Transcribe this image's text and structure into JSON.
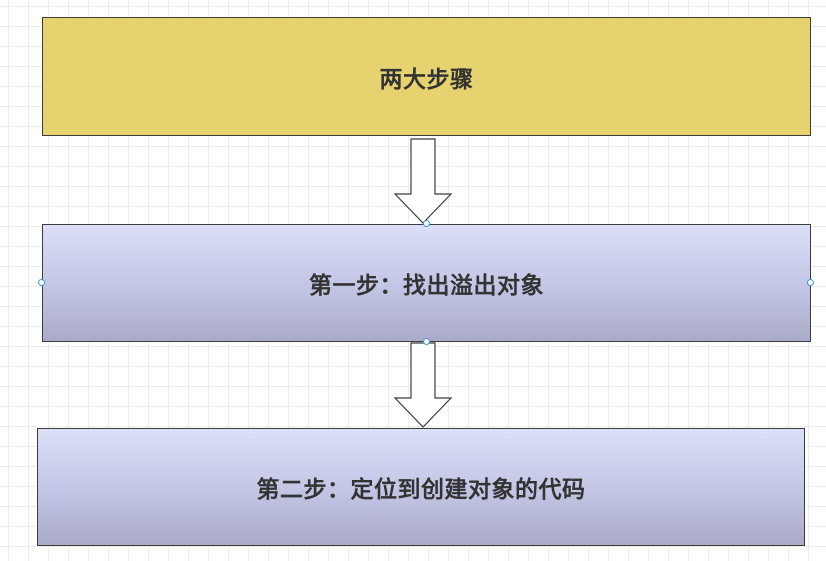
{
  "diagram": {
    "title_box": {
      "label": "两大步骤",
      "fill": "#e6d36f"
    },
    "steps": [
      {
        "label": "第一步：找出溢出对象"
      },
      {
        "label": "第二步：定位到创建对象的代码"
      }
    ],
    "step_fill_gradient": [
      "#dcdff7",
      "#a9abc8"
    ],
    "connector_icon": "hollow-down-arrow",
    "selection_handle_color": "#3e9bd6"
  }
}
